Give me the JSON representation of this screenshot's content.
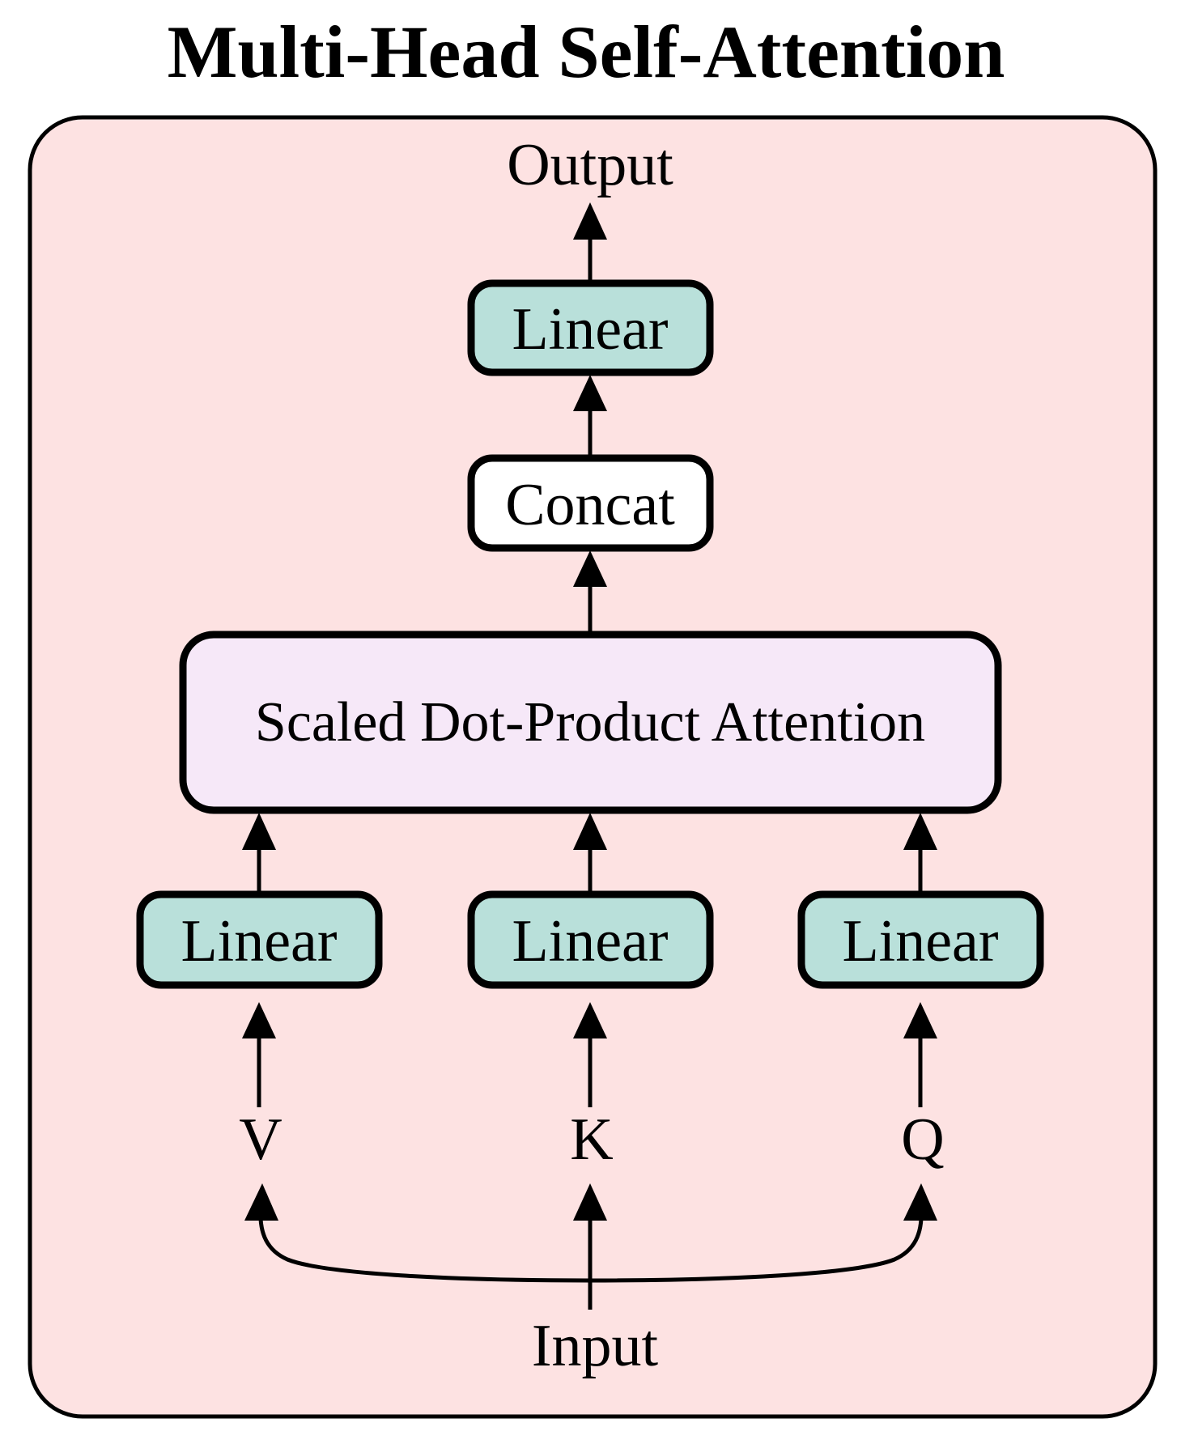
{
  "title": "Multi-Head Self-Attention",
  "output_label": "Output",
  "input_label": "Input",
  "colors": {
    "panel_fill": "#fde2e2",
    "linear_fill": "#b9e0da",
    "concat_fill": "#ffffff",
    "attention_fill": "#f6e8f8",
    "stroke": "#000000"
  },
  "blocks": {
    "output_linear": "Linear",
    "concat": "Concat",
    "attention": "Scaled Dot-Product Attention",
    "linear_v": "Linear",
    "linear_k": "Linear",
    "linear_q": "Linear"
  },
  "inputs": {
    "v": "V",
    "k": "K",
    "q": "Q"
  }
}
